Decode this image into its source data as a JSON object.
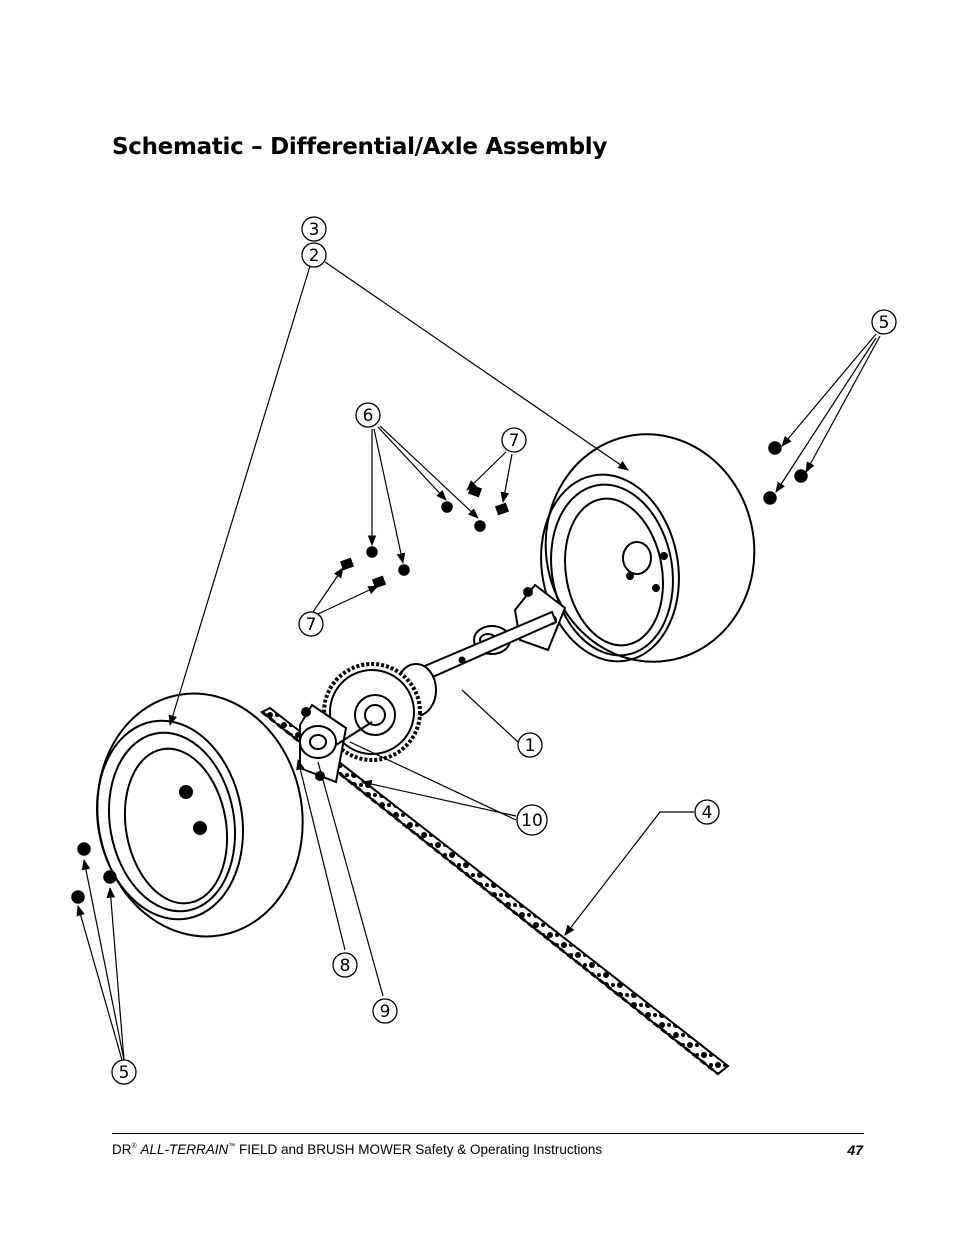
{
  "title": "Schematic – Differential/Axle Assembly",
  "footer": {
    "brand": "DR",
    "brand_mark": "®",
    "product": "ALL-TERRAIN",
    "product_mark": "™",
    "description": "FIELD and BRUSH MOWER Safety & Operating Instructions",
    "page_number": "47"
  },
  "callouts": {
    "c1": "1",
    "c2": "2",
    "c3": "3",
    "c4": "4",
    "c5_top": "5",
    "c5_bottom": "5",
    "c6": "6",
    "c7_top": "7",
    "c7_left": "7",
    "c8": "8",
    "c9": "9",
    "c10": "10"
  }
}
